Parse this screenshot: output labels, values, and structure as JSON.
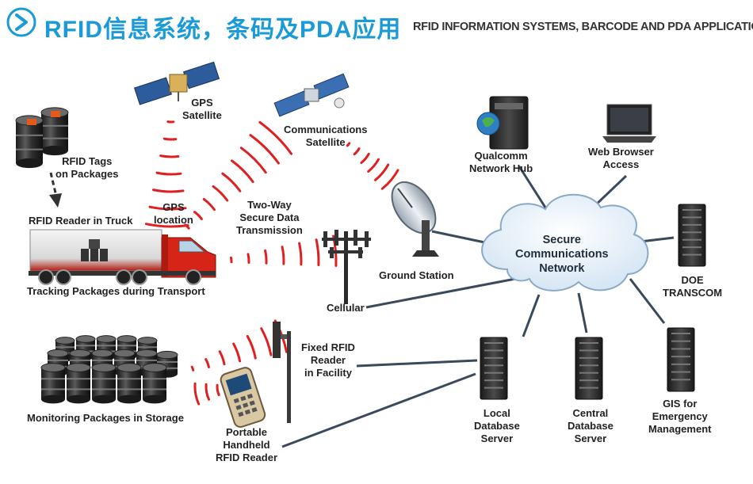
{
  "header": {
    "title": "RFID信息系统，条码及PDA应用",
    "subtitle": "RFID INFORMATION SYSTEMS, BARCODE AND PDA APPLICATIONS",
    "icon": "chevron-right-circle-icon",
    "accent_color": "#1a9bd7"
  },
  "labels": {
    "rfid_tags": [
      "RFID Tags",
      "on Packages"
    ],
    "gps_satellite": [
      "GPS",
      "Satellite"
    ],
    "communications_satellite": [
      "Communications",
      "Satellite"
    ],
    "qualcomm_hub": [
      "Qualcomm",
      "Network Hub"
    ],
    "web_browser": [
      "Web Browser",
      "Access"
    ],
    "rfid_reader_truck": [
      "RFID Reader in Truck"
    ],
    "gps_location": [
      "GPS",
      "location"
    ],
    "two_way": [
      "Two-Way",
      "Secure Data",
      "Transmission"
    ],
    "ground_station": [
      "Ground Station"
    ],
    "secure_network": [
      "Secure",
      "Communications",
      "Network"
    ],
    "doe_transcom": [
      "DOE",
      "TRANSCOM"
    ],
    "tracking_transport": [
      "Tracking Packages during Transport"
    ],
    "cellular": [
      "Cellular"
    ],
    "fixed_reader": [
      "Fixed RFID",
      "Reader",
      "in Facility"
    ],
    "monitoring_storage": [
      "Monitoring Packages in Storage"
    ],
    "handheld_reader": [
      "Portable",
      "Handheld",
      "RFID Reader"
    ],
    "local_db": [
      "Local",
      "Database",
      "Server"
    ],
    "central_db": [
      "Central",
      "Database",
      "Server"
    ],
    "gis": [
      "GIS for",
      "Emergency",
      "Management"
    ]
  },
  "colors": {
    "signal": "#e02020",
    "link": "#3a4a5c",
    "cloud": "#dbe9f5",
    "truck": "#d62418",
    "drum": "#3a3a3a"
  }
}
